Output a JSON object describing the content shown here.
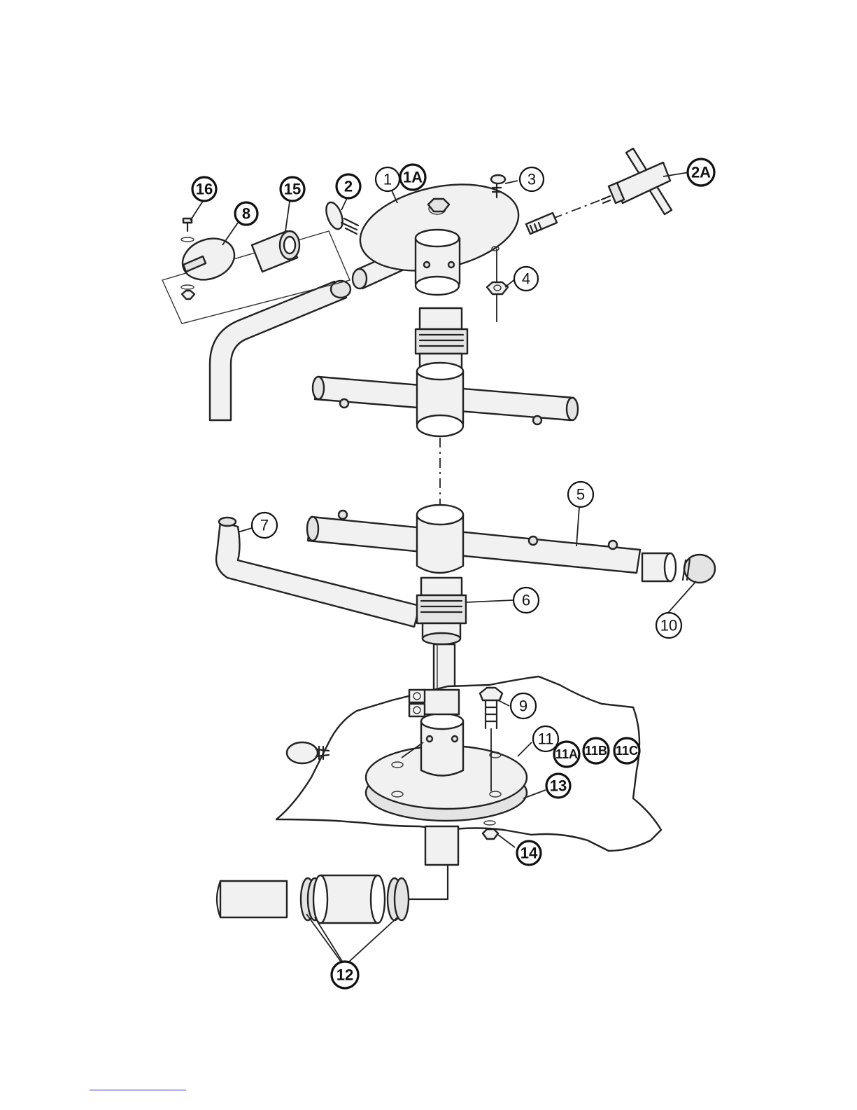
{
  "callouts": [
    {
      "id": "16",
      "label": "16",
      "bold": true
    },
    {
      "id": "15",
      "label": "15",
      "bold": true
    },
    {
      "id": "8",
      "label": "8",
      "bold": true
    },
    {
      "id": "2",
      "label": "2",
      "bold": true
    },
    {
      "id": "1",
      "label": "1",
      "bold": false
    },
    {
      "id": "1A",
      "label": "1A",
      "bold": true
    },
    {
      "id": "3",
      "label": "3",
      "bold": false
    },
    {
      "id": "2A",
      "label": "2A",
      "bold": true
    },
    {
      "id": "4",
      "label": "4",
      "bold": false
    },
    {
      "id": "5",
      "label": "5",
      "bold": false
    },
    {
      "id": "7",
      "label": "7",
      "bold": false
    },
    {
      "id": "6",
      "label": "6",
      "bold": false
    },
    {
      "id": "10",
      "label": "10",
      "bold": false
    },
    {
      "id": "9",
      "label": "9",
      "bold": false
    },
    {
      "id": "11",
      "label": "11",
      "bold": false
    },
    {
      "id": "11A",
      "label": "11A",
      "bold": true
    },
    {
      "id": "11B",
      "label": "11B",
      "bold": true
    },
    {
      "id": "11C",
      "label": "11C",
      "bold": true
    },
    {
      "id": "13",
      "label": "13",
      "bold": true
    },
    {
      "id": "14",
      "label": "14",
      "bold": true
    },
    {
      "id": "12",
      "label": "12",
      "bold": true
    }
  ]
}
